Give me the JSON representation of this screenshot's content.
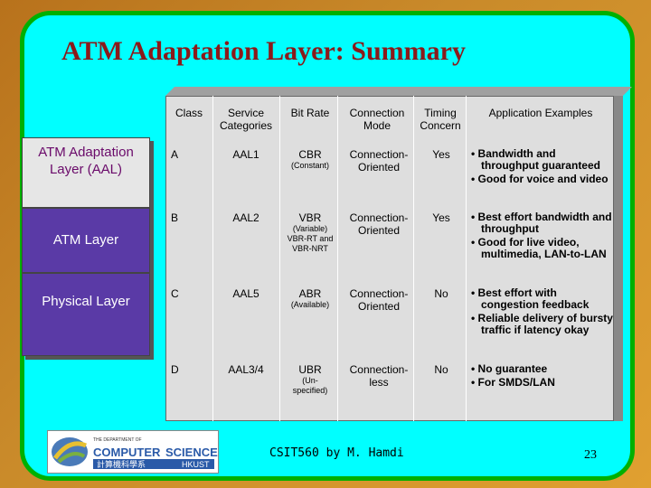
{
  "slide": {
    "title": "ATM Adaptation Layer: Summary",
    "footer": "CSIT560 by M. Hamdi",
    "page_number": "23"
  },
  "stack": {
    "aal": "ATM Adaptation Layer (AAL)",
    "atm": "ATM Layer",
    "physical": "Physical Layer"
  },
  "logo": {
    "line1": "THE DEPARTMENT OF",
    "line2a": "COMPUTER",
    "line2b": "SCIENCE",
    "line3a": "計算機科學系",
    "line3b": "HKUST"
  },
  "table": {
    "headers": {
      "class": "Class",
      "service": "Service Categories",
      "bitrate": "Bit Rate",
      "conn": "Connection Mode",
      "timing": "Timing Concern",
      "app": "Application Examples"
    },
    "rows": [
      {
        "class": "A",
        "service": "AAL1",
        "bitrate": "CBR",
        "bitrate_sub": "(Constant)",
        "conn": "Connection- Oriented",
        "timing": "Yes",
        "app": [
          "Bandwidth and throughput guaranteed",
          "Good for voice and video"
        ]
      },
      {
        "class": "B",
        "service": "AAL2",
        "bitrate": "VBR",
        "bitrate_sub": "(Variable) VBR-RT and VBR-NRT",
        "conn": "Connection- Oriented",
        "timing": "Yes",
        "app": [
          "Best effort bandwidth and throughput",
          "Good for live video, multimedia, LAN-to-LAN"
        ]
      },
      {
        "class": "C",
        "service": "AAL5",
        "bitrate": "ABR",
        "bitrate_sub": "(Available)",
        "conn": "Connection- Oriented",
        "timing": "No",
        "app": [
          "Best effort with congestion feedback",
          "Reliable delivery of bursty traffic if latency okay"
        ]
      },
      {
        "class": "D",
        "service": "AAL3/4",
        "bitrate": "UBR",
        "bitrate_sub": "(Un- specified)",
        "conn": "Connection- less",
        "timing": "No",
        "app": [
          "No guarantee",
          "For SMDS/LAN"
        ]
      }
    ]
  },
  "colors": {
    "slide_bg": "#00ffff",
    "border": "#00b000",
    "title": "#8b1a1a",
    "layer_fill": "#5a3aa6"
  }
}
